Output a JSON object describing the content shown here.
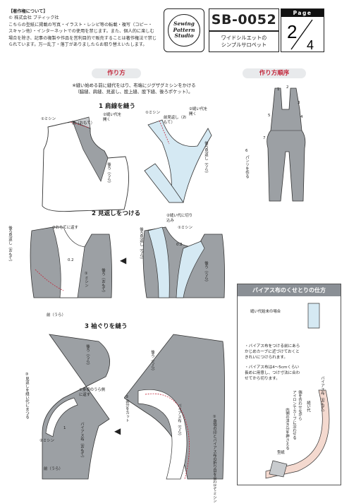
{
  "notice": {
    "heading": "【著作権について】",
    "copyright": "© 株式会社 ブティック社",
    "body": "こちらの型紙に掲載の写真・イラスト・レシピ等の転載・複写（コピー・スキャン他）・インターネットでの使用を禁じます。また、個人的に楽しむ場合を除き、記事の複製や作品を営利目的で販売することは著作権法で禁じられています。万一乱丁・落丁がありましたらお取り替えいたします。"
  },
  "logo": {
    "line1": "Sewing",
    "line2": "Pattern",
    "line3": "Studio"
  },
  "header": {
    "code": "SB-0052",
    "title_line1": "ワイドシルエットの",
    "title_line2": "シンプルサロペット"
  },
  "page": {
    "label": "Page",
    "current": "2",
    "total": "4"
  },
  "sections": {
    "howto": "作り方",
    "order": "作り方順序",
    "bias": "バイアス布のくせとりの仕方"
  },
  "intro": {
    "line1": "※縫い始める前に縫代をはり、布端にジグザグミシンをかける",
    "line2": "（脇縫、肩縫、見返し、股上縫、股下縫、後ろポケット）。"
  },
  "steps": {
    "s1": "1 肩線を縫う",
    "s2": "2 見返しをつける",
    "s3": "3 袖ぐりを縫う"
  },
  "labels": {
    "machine1": "①ミシン",
    "open2": "②縫い代を開く",
    "front_omote": "前（おもて）",
    "back_ura": "後ろ（うら）",
    "facing_front": "前見返し（おもて）",
    "facing_back_ura": "後ろ見返し（うら）",
    "fold3": "③おもてに返す",
    "back_facing_omote": "後ろ見返し（おもて）",
    "seam02": "0.2",
    "back_omote": "後ろ（おもて）",
    "front_ura": "前（うら）",
    "trim2": "②縫い代に切り込み",
    "facing_back_ura2": "後ろ見返し（うら）",
    "back_ura2": "後ろ（うら）",
    "fold_inside3": "③見返しを縫い代にまつる",
    "turn_inside1": "①身頃のうら側に返す",
    "trim_seam2": "②余分をカット",
    "bias_cloth": "バイアス布（うら）",
    "bias_omote": "バイアス布（おもて）",
    "align1": "①身頃の印とバイアス布の折り目を合わせてミシン",
    "machine2": "②ミシン",
    "one": "1",
    "front_ura2": "前（うら）"
  },
  "order": {
    "n1": "1",
    "n2": "2",
    "n3": "3",
    "n4": "4",
    "n5": "5",
    "n6": "6",
    "n7": "7",
    "pants": "パンツを作る"
  },
  "bias": {
    "case_label": "縫い代始末の場合",
    "bullet1": "・バイアス布をつける前にあらかじめカーブに近づけておくときれいにつけられます。",
    "bullet2": "・バイアス布は4〜5cmくらい長めに用意し、つけ寸法に合わせてから切ります。",
    "iron_label": "バイアス布（おもて）",
    "note1": "端を合わせながら",
    "note2": "アイロンでカーブに沿わせる",
    "note3": "内側の浮き分を押さえる",
    "seam_label": "縫い代",
    "pattern_label": "型紙"
  }
}
